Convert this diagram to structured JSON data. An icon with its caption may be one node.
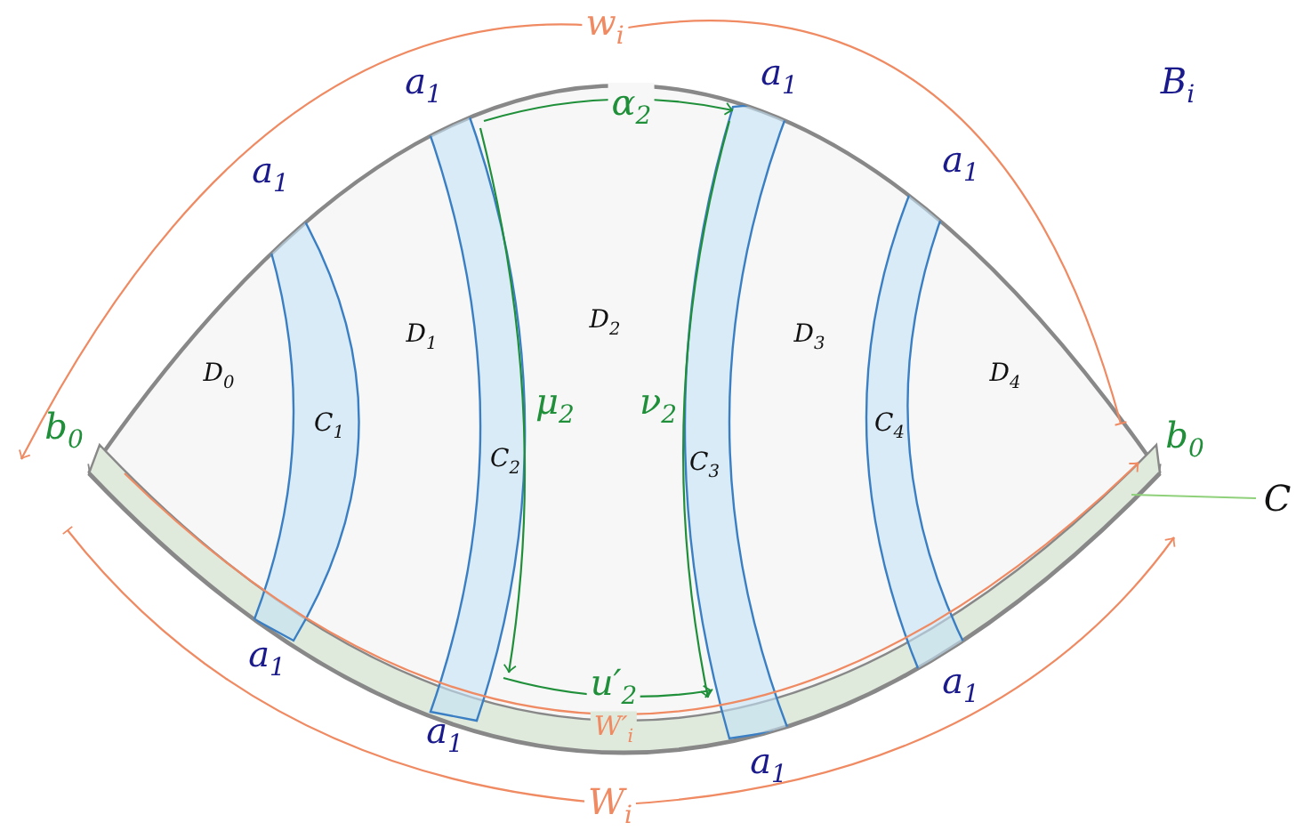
{
  "diagram": {
    "nodes": [
      {
        "text": [
          "D$_{0}$"
        ]
      },
      {
        "text": [
          "D$_{1}$"
        ]
      },
      {
        "text": [
          "D$_{2}$"
        ]
      },
      {
        "text": [
          "D$_{3}$"
        ]
      },
      {
        "text": [
          "D$_{4}$"
        ]
      },
      {
        "text": [
          "C$_{1}$"
        ]
      },
      {
        "text": [
          "C$_{2}$"
        ]
      },
      {
        "text": [
          "C$_{3}$"
        ]
      },
      {
        "text": [
          "C$_{4}$"
        ]
      },
      {
        "text": [
          "W′$_{i}$"
        ]
      },
      {
        "text": [
          "C"
        ]
      }
    ],
    "edges": [
      {
        "from": 10,
        "to": 9,
        "arrow": "none",
        "color": "#8fd17a"
      },
      {
        "from": 6,
        "to": 7,
        "arrow": "to",
        "label": "α$_{2}$"
      },
      {
        "from": 6,
        "to": 7,
        "arrow": "to",
        "label": "u′$_{2}$"
      }
    ],
    "labels": [
      "w$_{i}$",
      "a$_{1}$",
      "a$_{1}$",
      "B$_{i}$",
      "a$_{1}$",
      "a$_{1}$",
      "μ$_{2}$",
      "ν$_{2}$",
      "b$_{0}$",
      "b$_{0}$",
      "a$_{1}$",
      "a$_{1}$",
      "a$_{1}$",
      "a$_{1}$",
      "W$_{i}$"
    ]
  }
}
